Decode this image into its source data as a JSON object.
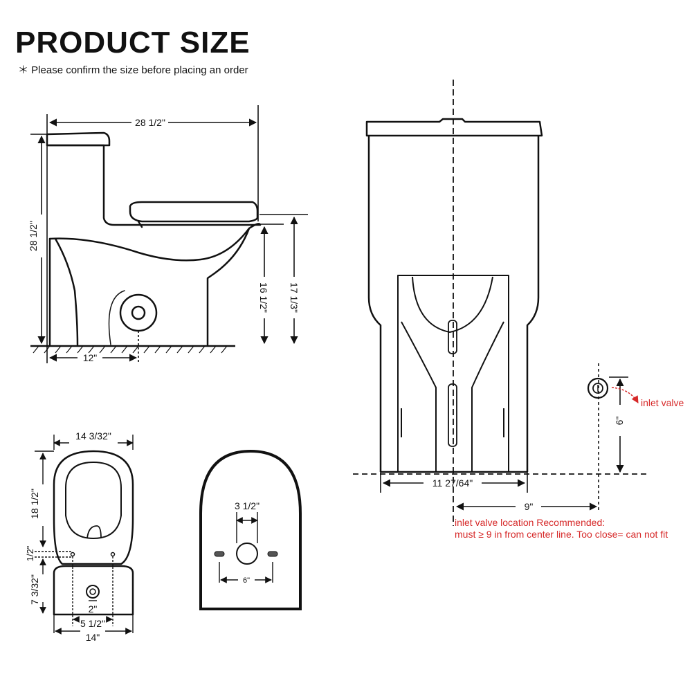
{
  "header": {
    "title": "PRODUCT SIZE",
    "note": "＊ Please confirm the size before placing an order"
  },
  "side_view": {
    "overall_length": "28 1/2\"",
    "overall_height": "28 1/2\"",
    "bowl_height": "16 1/2\"",
    "seat_height": "17 1/3\"",
    "rough_in": "12\""
  },
  "top_view": {
    "width_top": "14 3/32\"",
    "bowl_length": "18 1/2\"",
    "bolt_offset": "1/2\"",
    "rear_depth": "7 3/32\"",
    "outlet_diameter": "2\"",
    "bolt_spacing": "5 1/2\"",
    "width_bottom": "14\""
  },
  "seat_view": {
    "hinge_spacing": "3 1/2\"",
    "hole_spacing": "6\""
  },
  "front_view": {
    "base_width": "11 27/64\"",
    "inlet_height": "6\"",
    "inlet_offset": "9\"",
    "inlet_label": "inlet valve",
    "note_line1": "inlet valve location Recommended:",
    "note_line2": "must ≥ 9 in from center line. Too close= can not fit"
  },
  "colors": {
    "line": "#111111",
    "accent_red": "#d62828"
  }
}
